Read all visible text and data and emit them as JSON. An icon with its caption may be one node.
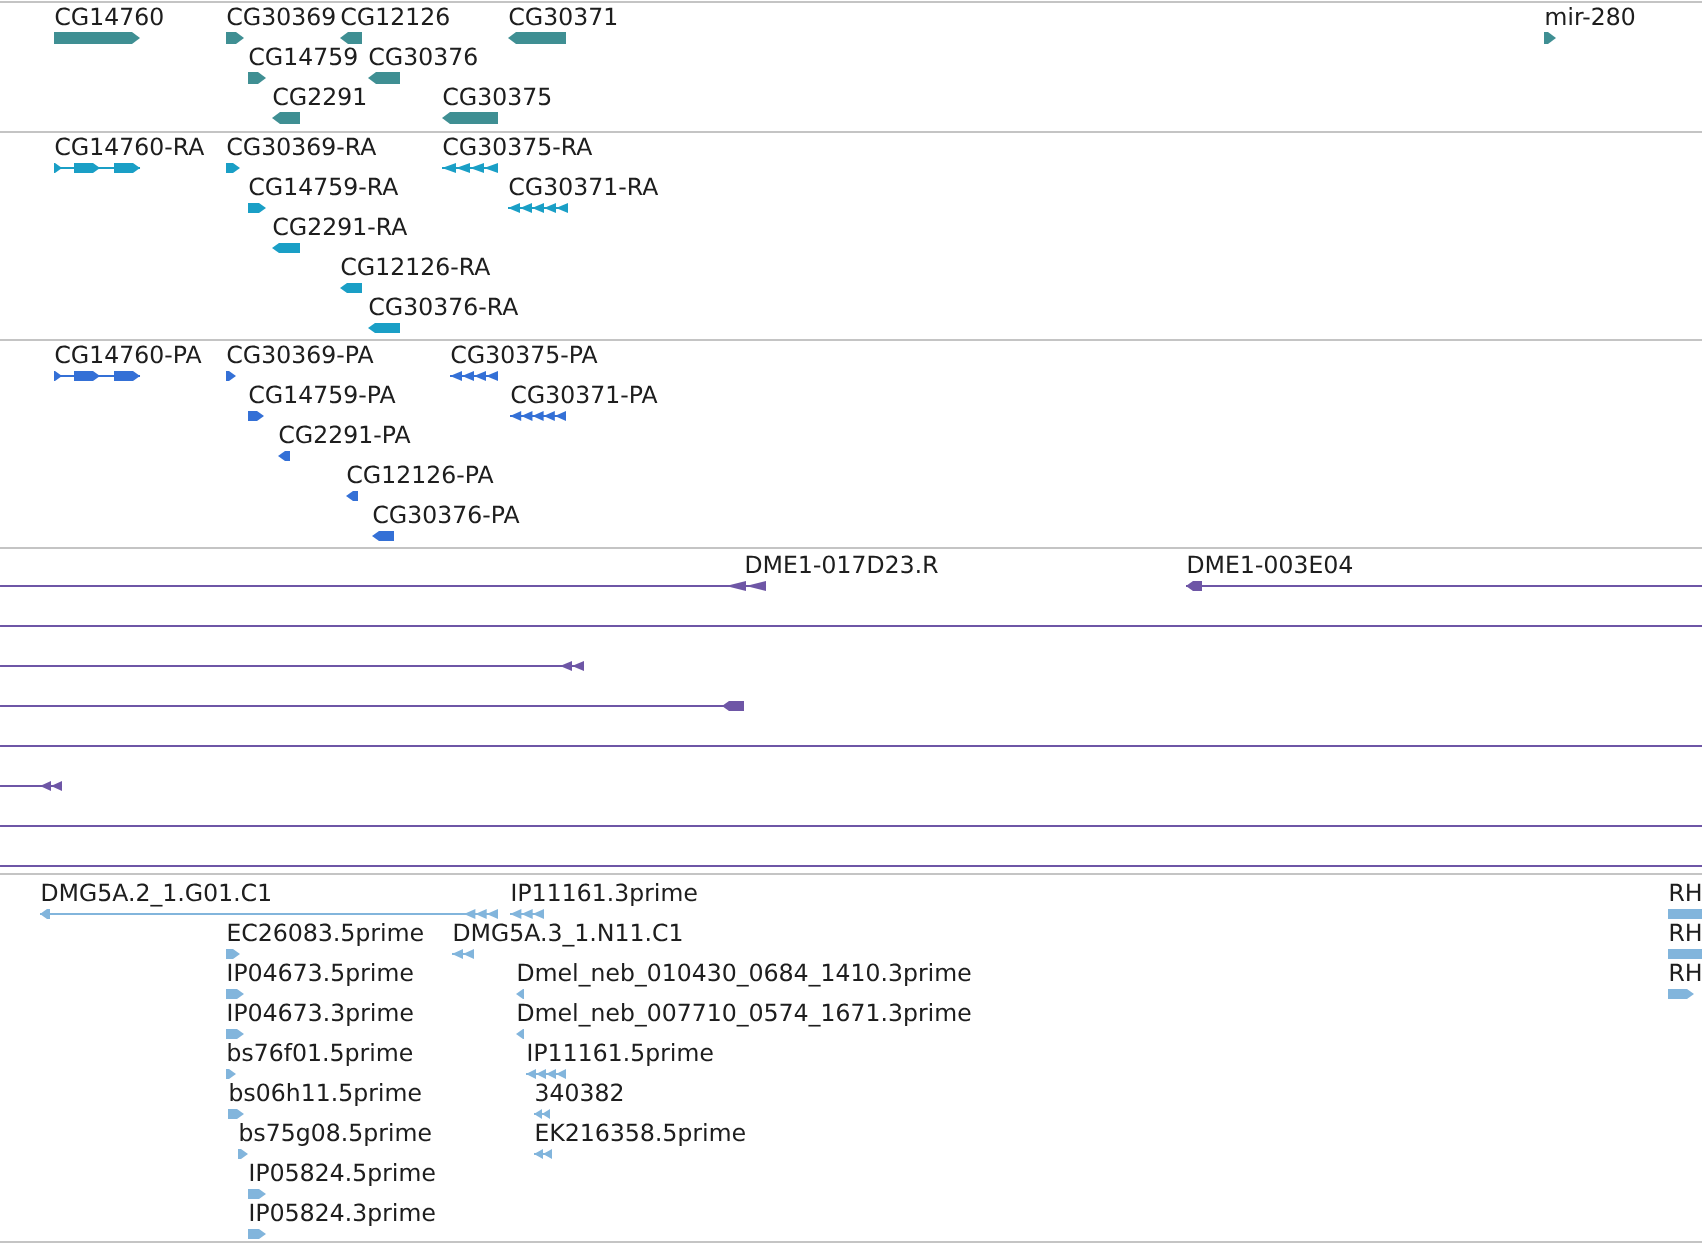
{
  "diagram": {
    "labels": [
      "CG14760",
      "CG30369",
      "CG12126",
      "CG30371",
      "mir-280",
      "CG14759",
      "CG30376",
      "CG2291",
      "CG30375",
      "CG14760-RA",
      "CG30369-RA",
      "CG30375-RA",
      "CG14759-RA",
      "CG30371-RA",
      "CG2291-RA",
      "CG12126-RA",
      "CG30376-RA",
      "CG14760-PA",
      "CG30369-PA",
      "CG30375-PA",
      "CG14759-PA",
      "CG30371-PA",
      "CG2291-PA",
      "CG12126-PA",
      "CG30376-PA",
      "DME1-017D23.R",
      "DME1-003E04",
      "DMG5A.2_1.G01.C1",
      "IP11161.3prime",
      "RH",
      "EC26083.5prime",
      "DMG5A.3_1.N11.C1",
      "RH",
      "IP04673.5prime",
      "Dmel_neb_010430_0684_1410.3prime",
      "RH",
      "IP04673.3prime",
      "Dmel_neb_007710_0574_1671.3prime",
      "bs76f01.5prime",
      "IP11161.5prime",
      "bs06h11.5prime",
      "340382",
      "bs75g08.5prime",
      "EK216358.5prime",
      "IP05824.5prime",
      "IP05824.3prime"
    ]
  }
}
